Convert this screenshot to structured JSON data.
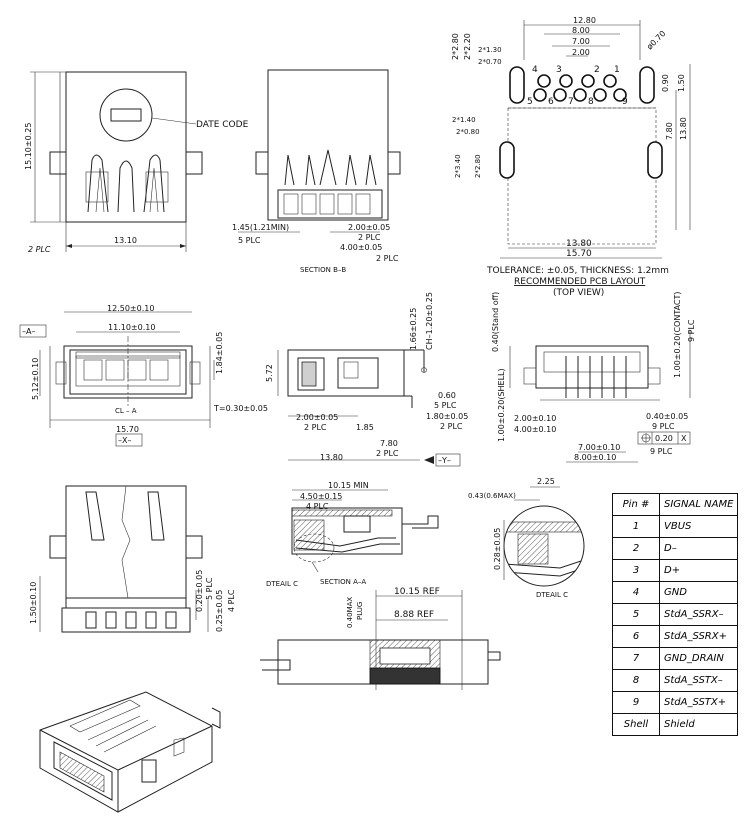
{
  "front_view": {
    "height_dim": "15.10±0.25",
    "date_code": "DATE CODE",
    "width_dim": "13.10",
    "plc": "2 PLC"
  },
  "section_bb": {
    "dim_a": "1.45(1.21MIN)",
    "dim_a_plc": "5 PLC",
    "dim_b": "2.00±0.05",
    "dim_b_plc": "2 PLC",
    "dim_c": "4.00±0.05",
    "dim_c_plc": "2 PLC",
    "title": "SECTION B–B"
  },
  "pcb_layout": {
    "top_dims": [
      "12.80",
      "8.00",
      "7.00",
      "2.00"
    ],
    "dia": "ø0.70",
    "left_dims": [
      "2*2.80",
      "2*2.20",
      "2*1.30",
      "2*0.70",
      "2*1.40",
      "2*0.80",
      "2*3.40",
      "2*2.80"
    ],
    "right_dims": [
      "0.90",
      "1.50",
      "7.80",
      "13.80"
    ],
    "bottom_dims": [
      "13.80",
      "15.70"
    ],
    "pin_numbers_top": [
      "4",
      "3",
      "2",
      "1"
    ],
    "pin_numbers_bottom": [
      "5",
      "6",
      "7",
      "8",
      "9"
    ],
    "tolerance": "TOLERANCE: ±0.05, THICKNESS: 1.2mm",
    "title": "RECOMMENDED PCB LAYOUT",
    "subtitle": "(TOP VIEW)"
  },
  "top_view": {
    "w1": "12.50±0.10",
    "w2": "11.10±0.10",
    "datum_a": "–A–",
    "datum_x": "–X–",
    "h1": "5.12±0.10",
    "h2": "1.84±0.05",
    "thickness": "T=0.30±0.05",
    "width": "15.70",
    "cl": "CL – A"
  },
  "side_view": {
    "h": "5.72",
    "dim1": "1.66±0.25",
    "dim2": "CH–1.20±0.25",
    "d060": "0.60",
    "d060_plc": "5 PLC",
    "d180": "1.80±0.05",
    "d180_plc": "2 PLC",
    "d200": "2.00±0.05",
    "d200_plc": "2 PLC",
    "d185": "1.85",
    "d780": "7.80",
    "d780_plc": "2 PLC",
    "d1380": "13.80",
    "datum_y": "–Y–"
  },
  "rear_view": {
    "standoff": "0.40(Stand off)",
    "contact": "1.00±0.20(CONTACT)",
    "contact_plc": "9 PLC",
    "shell": "1.00±0.20(SHELL)",
    "d040": "0.40±0.05",
    "d040_plc": "9 PLC",
    "tol_pos": "0.20",
    "tol_ref": "X",
    "tol_plc": "9 PLC",
    "d200": "2.00±0.10",
    "d400": "4.00±0.10",
    "d700": "7.00±0.10",
    "d800": "8.00±0.10"
  },
  "bottom_left": {
    "d150": "1.50±0.10",
    "d020": "0.20±0.05",
    "d020_plc": "5 PLC",
    "d025": "0.25±0.05",
    "d025_plc": "4 PLC"
  },
  "section_aa": {
    "d1015min": "10.15 MIN",
    "d450": "4.50±0.15",
    "d450_plc": "4 PLC",
    "detail_c": "DTEAIL C",
    "title": "SECTION A–A"
  },
  "detail_c": {
    "d043": "0.43(0.6MAX)",
    "d225": "2.25",
    "d028": "0.28±0.05",
    "title": "DTEAIL C"
  },
  "mated_view": {
    "d1015": "10.15 REF",
    "d888": "8.88 REF",
    "d040max": "0.40MAX",
    "plug": "PLUG"
  },
  "pin_table": {
    "header_pin": "Pin #",
    "header_signal": "SIGNAL NAME",
    "rows": [
      {
        "pin": "1",
        "signal": "VBUS"
      },
      {
        "pin": "2",
        "signal": "D–"
      },
      {
        "pin": "3",
        "signal": "D+"
      },
      {
        "pin": "4",
        "signal": "GND"
      },
      {
        "pin": "5",
        "signal": "StdA_SSRX–"
      },
      {
        "pin": "6",
        "signal": "StdA_SSRX+"
      },
      {
        "pin": "7",
        "signal": "GND_DRAIN"
      },
      {
        "pin": "8",
        "signal": "StdA_SSTX–"
      },
      {
        "pin": "9",
        "signal": "StdA_SSTX+"
      },
      {
        "pin": "Shell",
        "signal": "Shield"
      }
    ]
  }
}
